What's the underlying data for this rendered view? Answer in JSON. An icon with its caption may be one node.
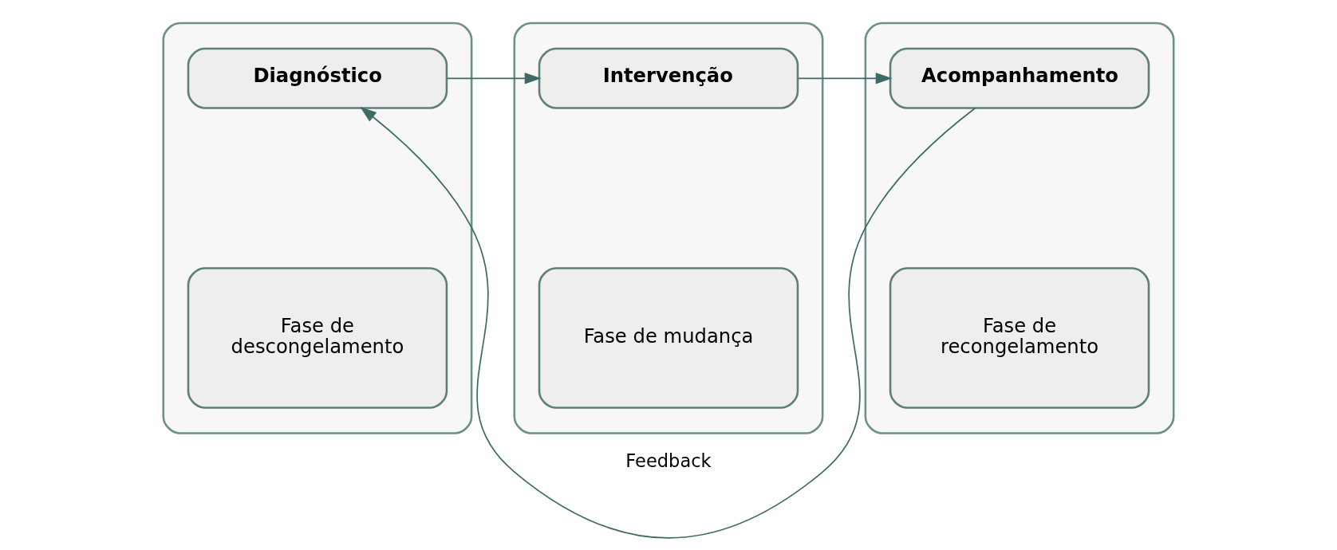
{
  "diagram": {
    "nodes": [
      {
        "text": [],
        "shape": "box"
      },
      {
        "text": [
          "Diagnóstico"
        ],
        "in": 0
      },
      {
        "text": [
          "Fase de descongelamento"
        ],
        "in": 0
      },
      {
        "text": [],
        "shape": "box"
      },
      {
        "text": [
          "Intervenção"
        ],
        "in": 3
      },
      {
        "text": [
          "Fase de mudança"
        ],
        "in": 3
      },
      {
        "text": [],
        "shape": "box"
      },
      {
        "text": [
          "Acompanhamento"
        ],
        "in": 6
      },
      {
        "text": [
          "Fase de recongelamento"
        ],
        "in": 6
      }
    ],
    "edges": [
      {
        "from": 1,
        "to": 4,
        "arrow": "to"
      },
      {
        "from": 4,
        "to": 7,
        "arrow": "to"
      },
      {
        "from": 7,
        "to": 1,
        "arrow": "to",
        "label": "Feedback"
      }
    ]
  }
}
